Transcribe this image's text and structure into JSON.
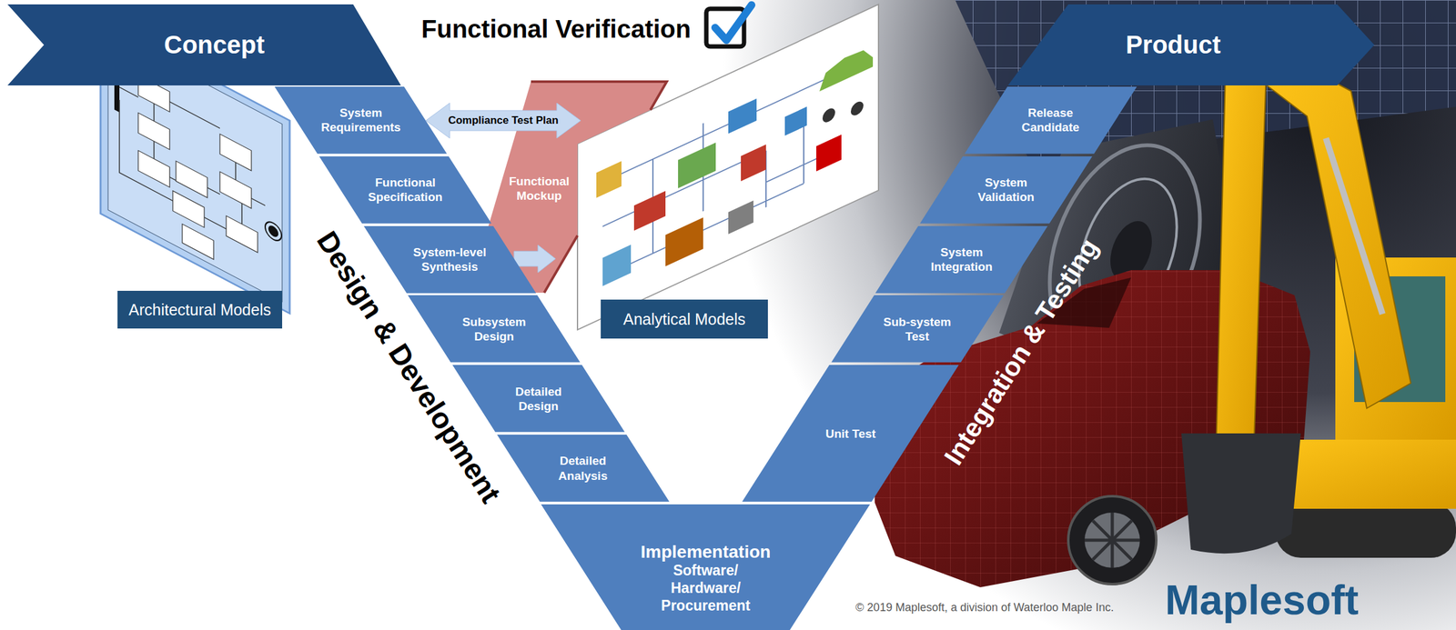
{
  "diagram": {
    "title": "Functional Verification",
    "nodes": [
      {
        "text": [
          "Concept"
        ]
      },
      {
        "text": [
          "Architectural Models"
        ]
      },
      {
        "text": [
          "System Requirements"
        ]
      },
      {
        "text": [
          "Functional Specification"
        ]
      },
      {
        "text": [
          "System-level Synthesis"
        ]
      },
      {
        "text": [
          "Subsystem Design"
        ]
      },
      {
        "text": [
          "Detailed Design"
        ]
      },
      {
        "text": [
          "Detailed Analysis"
        ]
      },
      {
        "text": [
          "Functional Mockup"
        ]
      },
      {
        "text": [
          "Analytical Models"
        ]
      },
      {
        "text": [
          "Implementation",
          "Software/ Hardware/ Procurement"
        ]
      },
      {
        "text": [
          "Unit Test"
        ]
      },
      {
        "text": [
          "Sub-system Test"
        ]
      },
      {
        "text": [
          "System Integration"
        ]
      },
      {
        "text": [
          "System Validation"
        ]
      },
      {
        "text": [
          "Release Candidate"
        ]
      },
      {
        "text": [
          "Product"
        ]
      }
    ],
    "edges": [
      {
        "from": 2,
        "to": 8,
        "label": "Compliance Test Plan",
        "arrow": "both"
      },
      {
        "from": 4,
        "to": 8,
        "arrow": "to"
      }
    ],
    "labels": [
      "Design & Development",
      "Integration & Testing",
      "© 2019 Maplesoft, a division of Waterloo Maple Inc.",
      "Maplesoft"
    ]
  }
}
